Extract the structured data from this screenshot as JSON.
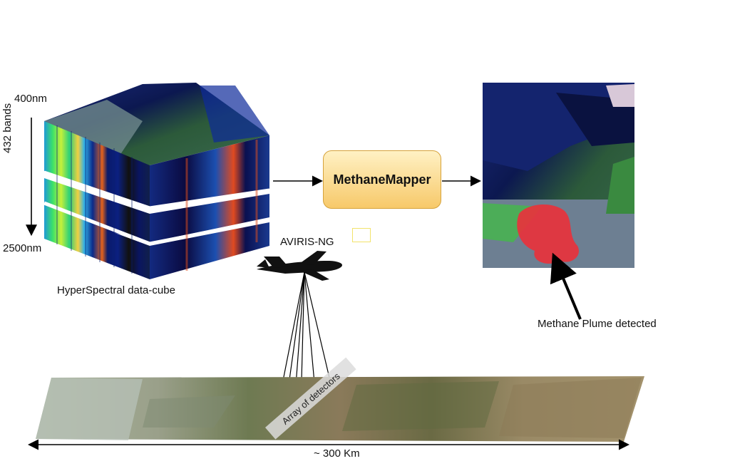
{
  "labels": {
    "top_wavelength": "400nm",
    "bottom_wavelength": "2500nm",
    "bands": "432 bands",
    "cube_caption": "HyperSpectral data-cube",
    "model": "MethaneMapper",
    "sensor": "AVIRIS-NG",
    "detectors": "Array of detectors",
    "plume": "Methane Plume detected",
    "swath": "~ 300 Km"
  },
  "colors": {
    "box_fill_top": "#fff1c4",
    "box_fill_bottom": "#f7c96a",
    "box_border": "#d6a23a",
    "plume": "#e8323c",
    "arrow": "#000000"
  },
  "icons": [
    "airplane-icon"
  ]
}
